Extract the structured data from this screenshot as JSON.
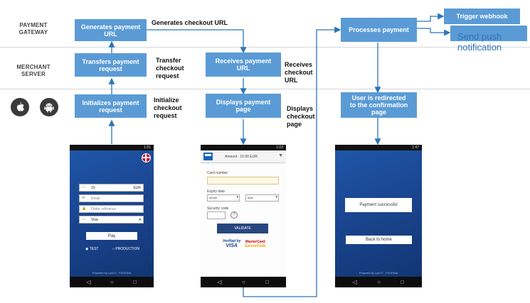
{
  "lanes": {
    "gateway": [
      "PAYMENT",
      "GATEWAY"
    ],
    "merchant": [
      "MERCHANT",
      "SERVER"
    ]
  },
  "boxes": {
    "generates_url": [
      "Generates payment",
      "URL"
    ],
    "transfers_request": [
      "Transfers payment",
      "request"
    ],
    "initializes_request": [
      "Initializes payment",
      "request"
    ],
    "receives_url": [
      "Receives payment",
      "URL"
    ],
    "displays_page": [
      "Displays payment",
      "page"
    ],
    "processes_payment": "Processes payment",
    "redirected": [
      "User is redirected",
      "to the confirmation",
      "page"
    ],
    "trigger_webhook": "Trigger webhook",
    "send_push": [
      "Send push",
      "notification"
    ]
  },
  "notes": {
    "generates_checkout_url": "Generates checkout URL",
    "transfer_checkout_request": [
      "Transfer",
      "checkout",
      "request"
    ],
    "initialize_checkout_request": [
      "Initialize",
      "checkout",
      "request"
    ],
    "receives_checkout_url": [
      "Receives",
      "checkout",
      "URL"
    ],
    "displays_checkout_page": [
      "Displays",
      "checkout",
      "page"
    ]
  },
  "icons": [
    "apple-icon",
    "android-icon"
  ],
  "colors": {
    "box": "#5b9bd5",
    "arrow": "#2e75b6",
    "push_text": "#2e75b6"
  },
  "phone1": {
    "status_time": "1:01",
    "amount": "10",
    "currency": "EUR",
    "email_placeholder": "Email",
    "order_placeholder": "Order reference",
    "card_type": "Visa",
    "pay_label": "Pay",
    "mode_test": "TEST",
    "mode_production": "PRODUCTION",
    "footer": "Powered by Lyra © - FirGENIA"
  },
  "phone2": {
    "status_time": "1:03",
    "amount_label": "Amount : 10.00 EUR",
    "card_number_label": "Card number",
    "expiry_label": "Expiry date",
    "month_label": "month",
    "year_label": "year",
    "security_label": "Security code",
    "validate_label": "VALIDATE",
    "verified_line1": "Verified by",
    "verified_line2": "VISA",
    "mastercard_line1": "MasterCard.",
    "mastercard_line2": "SecureCode."
  },
  "phone3": {
    "status_time": "1:47",
    "success_label": "Payment successful",
    "back_label": "Back to home",
    "footer": "Powered by Lyra © - FirGENIA"
  }
}
